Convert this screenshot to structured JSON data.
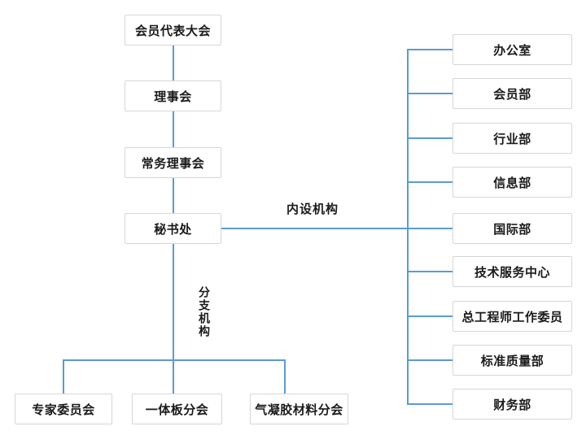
{
  "org_chart": {
    "governance_chain": [
      "会员代表大会",
      "理事会",
      "常务理事会",
      "秘书处"
    ],
    "internal_departments": {
      "group_label": "内设机构",
      "items": [
        "办公室",
        "会员部",
        "行业部",
        "信息部",
        "国际部",
        "技术服务中心",
        "总工程师工作委员",
        "标准质量部",
        "财务部"
      ]
    },
    "branches": {
      "group_label": "分支机构",
      "items": [
        "专家委员会",
        "一体板分会",
        "气凝胶材料分会"
      ]
    },
    "colors": {
      "connector_blue": "#5b9bd5",
      "box_border": "#d6d6d6",
      "box_background": "#ffffff",
      "text": "#1a1a1a"
    }
  }
}
